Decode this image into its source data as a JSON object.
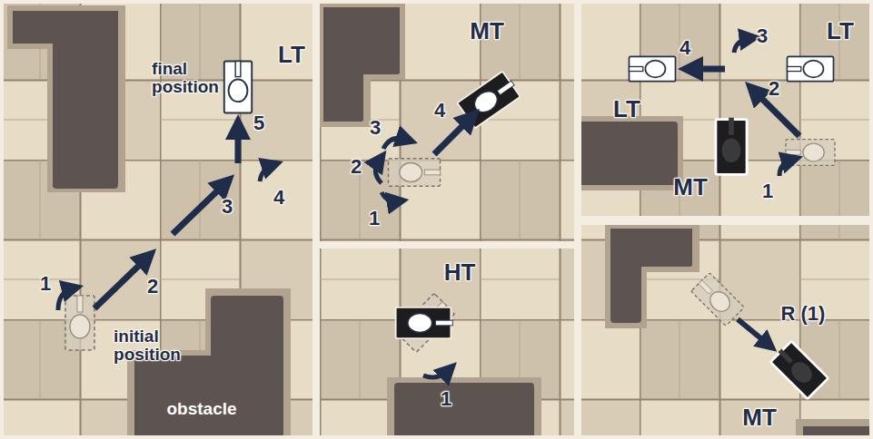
{
  "diagram": {
    "labels": [
      "1",
      "2",
      "3",
      "4",
      "5",
      "final position",
      "LT",
      "initial position",
      "obstacle",
      "MT",
      "1",
      "2",
      "3",
      "4",
      "LT",
      "3",
      "4",
      "2",
      "LT",
      "MT",
      "1",
      "HT",
      "1",
      "R (1)",
      "MT"
    ]
  }
}
